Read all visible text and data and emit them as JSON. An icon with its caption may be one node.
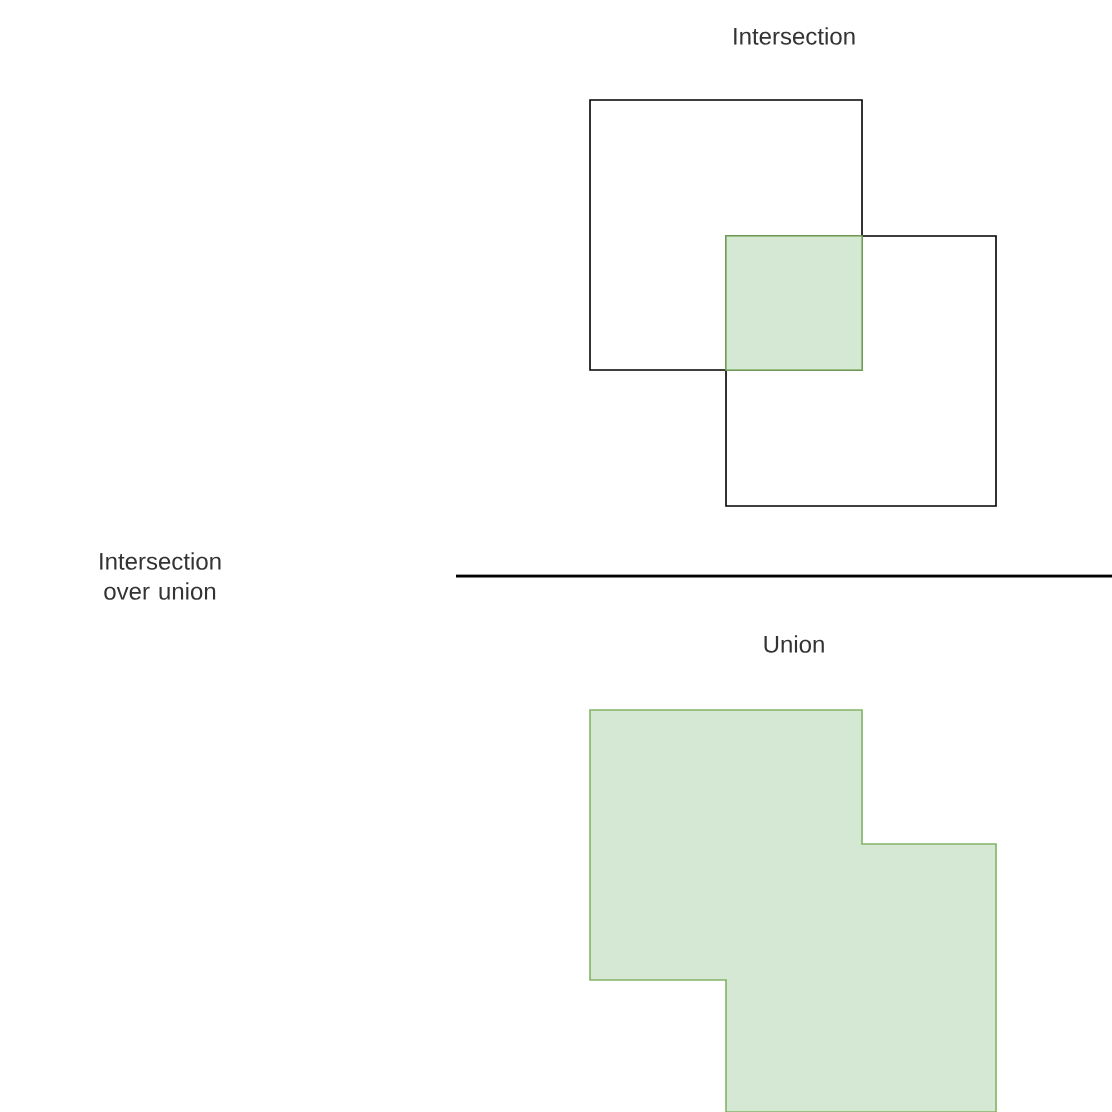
{
  "diagram": {
    "labels": [
      "Intersection",
      "Intersection over union",
      "Union"
    ]
  }
}
